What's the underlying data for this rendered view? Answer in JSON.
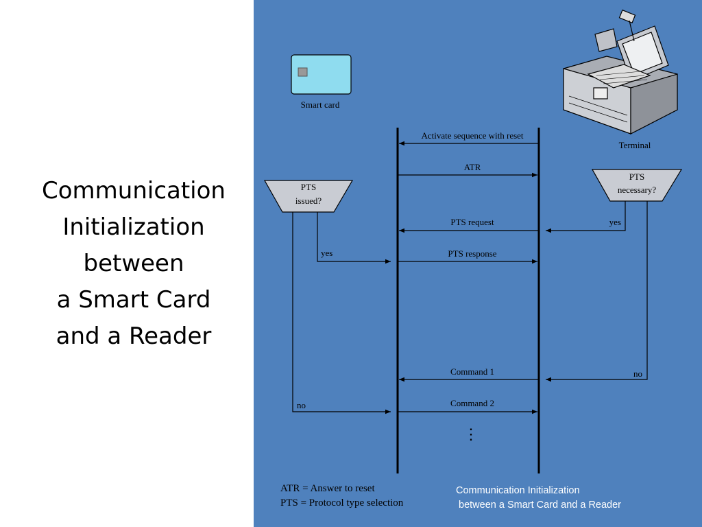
{
  "slide": {
    "title_lines": [
      "Communication",
      "Initialization",
      "between",
      "a Smart Card",
      "and a Reader"
    ]
  },
  "diagram": {
    "smart_card_label": "Smart card",
    "terminal_label": "Terminal",
    "card_decision": {
      "line1": "PTS",
      "line2": "issued?"
    },
    "terminal_decision": {
      "line1": "PTS",
      "line2": "necessary?"
    },
    "messages": {
      "activate": "Activate sequence with reset",
      "atr": "ATR",
      "pts_request": "PTS request",
      "pts_response": "PTS response",
      "command1": "Command 1",
      "command2": "Command 2"
    },
    "branch_labels": {
      "card_yes": "yes",
      "card_no": "no",
      "terminal_yes": "yes",
      "terminal_no": "no"
    },
    "ellipsis": "⋮",
    "legend": {
      "atr": "ATR = Answer to reset",
      "pts": "PTS = Protocol type selection"
    },
    "caption_line1": "Communication Initialization",
    "caption_line2": " between a Smart Card and a Reader"
  },
  "colors": {
    "panel_bg": "#4f81bd",
    "card_fill": "#8fdcef",
    "decision_fill": "#c9ccd3"
  }
}
